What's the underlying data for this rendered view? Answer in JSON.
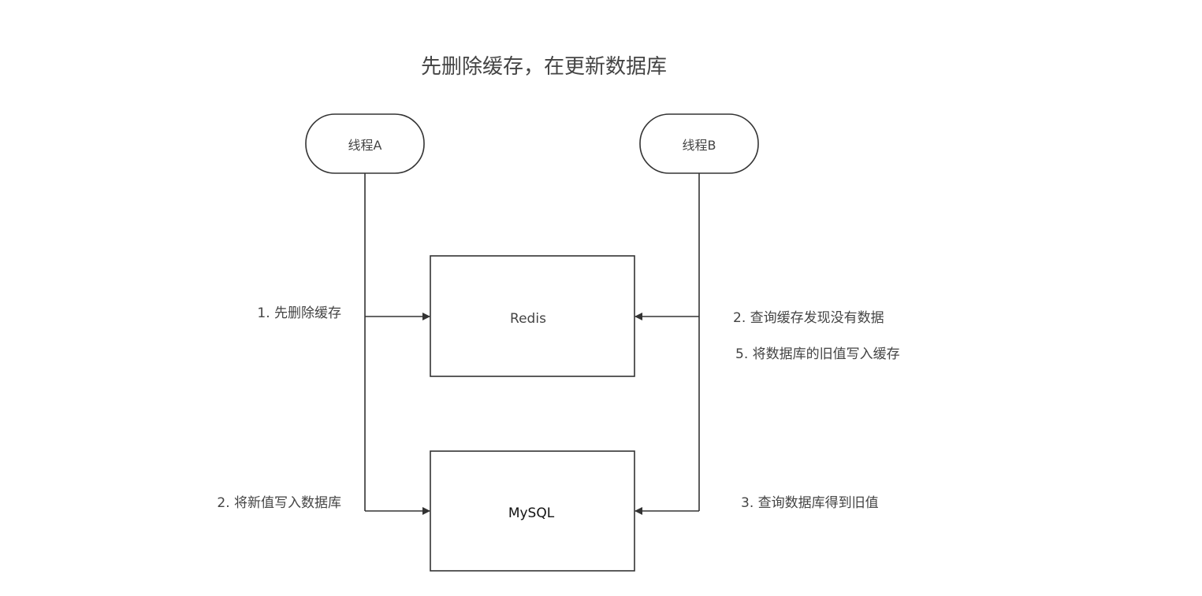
{
  "title": "先删除缓存，在更新数据库",
  "nodes": {
    "thread_a": "线程A",
    "thread_b": "线程B",
    "redis": "Redis",
    "mysql": "MySQL"
  },
  "steps": {
    "a_delete_cache": "1. 先删除缓存",
    "a_write_db": "2. 将新值写入数据库",
    "b_query_cache": "2. 查询缓存发现没有数据",
    "b_write_cache": "5. 将数据库的旧值写入缓存",
    "b_query_db": "3. 查询数据库得到旧值"
  }
}
